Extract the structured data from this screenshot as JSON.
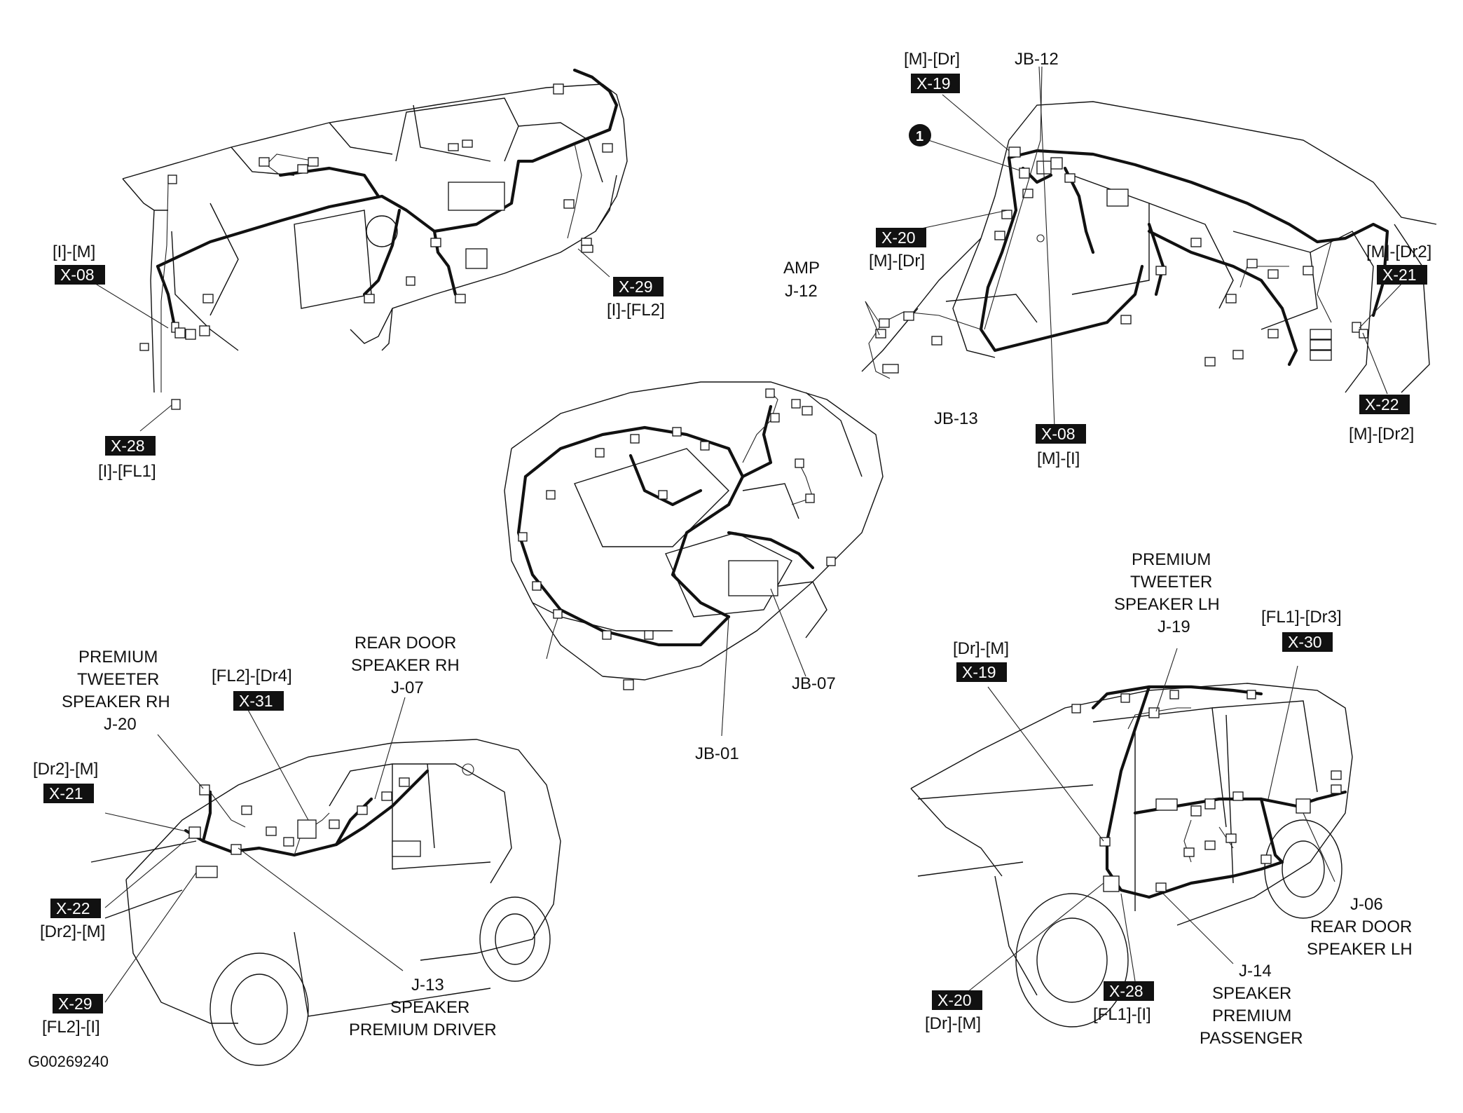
{
  "figure_id": "G00269240",
  "dashboard": {
    "labels": {
      "x08": {
        "code": "[I]-[M]",
        "box": "X-08"
      },
      "x29": {
        "code": "[I]-[FL2]",
        "box": "X-29"
      },
      "x28": {
        "code": "[I]-[FL1]",
        "box": "X-28"
      }
    }
  },
  "cabin": {
    "labels": {
      "x19": {
        "code": "[M]-[Dr]",
        "box": "X-19"
      },
      "jb12": "JB-12",
      "circle": "1",
      "x20": {
        "box": "X-20",
        "code": "[M]-[Dr]"
      },
      "amp": {
        "line1": "AMP",
        "line2": "J-12"
      },
      "x21": {
        "code": "[M]-[Dr2]",
        "box": "X-21"
      },
      "x22": {
        "box": "X-22",
        "code": "[M]-[Dr2]"
      },
      "jb13": "JB-13",
      "x08": {
        "box": "X-08",
        "code": "[M]-[I]"
      }
    }
  },
  "engine": {
    "labels": {
      "jb07": "JB-07",
      "jb01": "JB-01"
    }
  },
  "car_right": {
    "labels": {
      "tweeter_rh": {
        "l1": "PREMIUM",
        "l2": "TWEETER",
        "l3": "SPEAKER RH",
        "l4": "J-20"
      },
      "x31": {
        "code": "[FL2]-[Dr4]",
        "box": "X-31"
      },
      "rear_rh": {
        "l1": "REAR DOOR",
        "l2": "SPEAKER RH",
        "l3": "J-07"
      },
      "x21": {
        "code": "[Dr2]-[M]",
        "box": "X-21"
      },
      "x22": {
        "box": "X-22",
        "code": "[Dr2]-[M]"
      },
      "x29": {
        "box": "X-29",
        "code": "[FL2]-[I]"
      },
      "j13": {
        "l1": "J-13",
        "l2": "SPEAKER",
        "l3": "PREMIUM DRIVER"
      }
    }
  },
  "car_left": {
    "labels": {
      "tweeter_lh": {
        "l1": "PREMIUM",
        "l2": "TWEETER",
        "l3": "SPEAKER LH",
        "l4": "J-19"
      },
      "x19": {
        "code": "[Dr]-[M]",
        "box": "X-19"
      },
      "x30": {
        "code": "[FL1]-[Dr3]",
        "box": "X-30"
      },
      "j06": {
        "l1": "J-06",
        "l2": "REAR DOOR",
        "l3": "SPEAKER LH"
      },
      "x20": {
        "box": "X-20",
        "code": "[Dr]-[M]"
      },
      "x28": {
        "box": "X-28",
        "code": "[FL1]-[I]"
      },
      "j14": {
        "l1": "J-14",
        "l2": "SPEAKER",
        "l3": "PREMIUM",
        "l4": "PASSENGER"
      }
    }
  }
}
